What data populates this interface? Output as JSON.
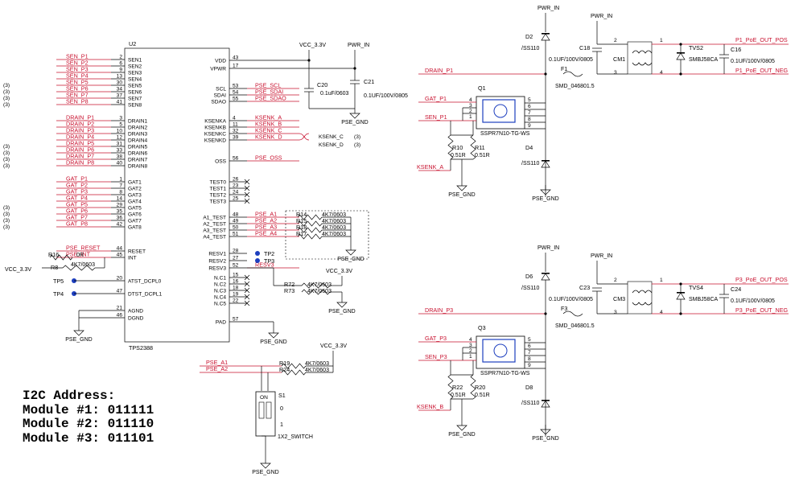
{
  "u2": {
    "ref": "U2",
    "part": "TPS2388",
    "left_pins": [
      {
        "num": "2",
        "name": "SEN1",
        "net": "SEN_P1"
      },
      {
        "num": "6",
        "name": "SEN2",
        "net": "SEN_P2"
      },
      {
        "num": "9",
        "name": "SEN3",
        "net": "SEN_P3"
      },
      {
        "num": "13",
        "name": "SEN4",
        "net": "SEN_P4"
      },
      {
        "num": "30",
        "name": "SEN5",
        "net": "SEN_P5"
      },
      {
        "num": "34",
        "name": "SEN6",
        "net": "SEN_P6"
      },
      {
        "num": "37",
        "name": "SEN7",
        "net": "SEN_P7"
      },
      {
        "num": "41",
        "name": "SEN8",
        "net": "SEN_P8"
      },
      {
        "num": "3",
        "name": "DRAIN1",
        "net": "DRAIN_P1"
      },
      {
        "num": "5",
        "name": "DRAIN2",
        "net": "DRAIN_P2"
      },
      {
        "num": "10",
        "name": "DRAIN3",
        "net": "DRAIN_P3"
      },
      {
        "num": "12",
        "name": "DRAIN4",
        "net": "DRAIN_P4"
      },
      {
        "num": "31",
        "name": "DRAIN5",
        "net": "DRAIN_P5"
      },
      {
        "num": "33",
        "name": "DRAIN6",
        "net": "DRAIN_P6"
      },
      {
        "num": "38",
        "name": "DRAIN7",
        "net": "DRAIN_P7"
      },
      {
        "num": "40",
        "name": "DRAIN8",
        "net": "DRAIN_P8"
      },
      {
        "num": "1",
        "name": "GAT1",
        "net": "GAT_P1"
      },
      {
        "num": "7",
        "name": "GAT2",
        "net": "GAT_P2"
      },
      {
        "num": "8",
        "name": "GAT3",
        "net": "GAT_P3"
      },
      {
        "num": "14",
        "name": "GAT4",
        "net": "GAT_P4"
      },
      {
        "num": "29",
        "name": "GAT5",
        "net": "GAT_P5"
      },
      {
        "num": "35",
        "name": "GAT6",
        "net": "GAT_P6"
      },
      {
        "num": "36",
        "name": "GAT7",
        "net": "GAT_P7"
      },
      {
        "num": "42",
        "name": "GAT8",
        "net": "GAT_P8"
      },
      {
        "num": "44",
        "name": "RESET",
        "net": "PSE_RESET"
      },
      {
        "num": "45",
        "name": "INT",
        "net": "PSE_INT"
      },
      {
        "num": "20",
        "name": "ATST_DCPL0",
        "net": ""
      },
      {
        "num": "47",
        "name": "DTST_DCPL1",
        "net": ""
      },
      {
        "num": "21",
        "name": "AGND",
        "net": ""
      },
      {
        "num": "46",
        "name": "DGND",
        "net": ""
      }
    ],
    "right_pins": [
      {
        "num": "43",
        "name": "VDD",
        "net": ""
      },
      {
        "num": "17",
        "name": "VPWR",
        "net": ""
      },
      {
        "num": "53",
        "name": "SCL",
        "net": "PSE_SCL"
      },
      {
        "num": "54",
        "name": "SDAI",
        "net": "PSE_SDAI"
      },
      {
        "num": "55",
        "name": "SDAO",
        "net": "PSE_SDAO"
      },
      {
        "num": "4",
        "name": "KSENKA",
        "net": "KSENK_A"
      },
      {
        "num": "11",
        "name": "KSENKB",
        "net": "KSENK_B"
      },
      {
        "num": "32",
        "name": "KSENKC",
        "net": "KSENK_C"
      },
      {
        "num": "39",
        "name": "KSENKD",
        "net": "KSENK_D"
      },
      {
        "num": "56",
        "name": "OSS",
        "net": "PSE_OSS"
      },
      {
        "num": "26",
        "name": "TEST0",
        "net": ""
      },
      {
        "num": "23",
        "name": "TEST1",
        "net": ""
      },
      {
        "num": "24",
        "name": "TEST2",
        "net": ""
      },
      {
        "num": "25",
        "name": "TEST3",
        "net": ""
      },
      {
        "num": "48",
        "name": "A1_TEST",
        "net": "PSE_A1"
      },
      {
        "num": "49",
        "name": "A2_TEST",
        "net": "PSE_A2"
      },
      {
        "num": "50",
        "name": "A3_TEST",
        "net": "PSE_A3"
      },
      {
        "num": "51",
        "name": "A4_TEST",
        "net": "PSE_A4"
      },
      {
        "num": "28",
        "name": "RESV1",
        "net": ""
      },
      {
        "num": "27",
        "name": "RESV2",
        "net": ""
      },
      {
        "num": "52",
        "name": "RESV3",
        "net": "RESV3"
      },
      {
        "num": "15",
        "name": "N.C1",
        "net": ""
      },
      {
        "num": "16",
        "name": "N.C2",
        "net": ""
      },
      {
        "num": "18",
        "name": "N.C3",
        "net": ""
      },
      {
        "num": "19",
        "name": "N.C4",
        "net": ""
      },
      {
        "num": "22",
        "name": "N.C5",
        "net": ""
      },
      {
        "num": "57",
        "name": "PAD",
        "net": ""
      }
    ]
  },
  "page_refs": [
    "(3)",
    "(3)",
    "(3)",
    "(3)",
    "(3)",
    "(3)",
    "(3)",
    "(3)",
    "(3)",
    "(3)",
    "(3)",
    "(3)",
    "(3)",
    "(3)"
  ],
  "labels": {
    "vcc": "VCC_3.3V",
    "pwr_in": "PWR_IN",
    "pse_gnd": "PSE_GND",
    "vcc_left": "VCC_3.3V",
    "c20": "C20",
    "c20_val": "0.1uF/0603",
    "c21": "C21",
    "c21_val": "0.1UF/100V/0805",
    "r16": "R16",
    "r16_val": "0R",
    "r8": "R8",
    "r8_val": "4K7/0603",
    "tp5": "TP5",
    "tp4": "TP4",
    "tp2": "TP2",
    "tp3": "TP3",
    "ksenk_c_out": "KSENK_C",
    "ksenk_d_out": "KSENK_D",
    "r14": "R14",
    "r15": "R15",
    "r18": "R18",
    "r17": "R17",
    "r4k7": "4K7/0603",
    "r72": "R72",
    "r73": "R73",
    "pse_a1": "PSE_A1",
    "pse_a2": "PSE_A2",
    "r19": "R19",
    "r24": "R24",
    "s1": "S1",
    "s1_on": "ON",
    "s1_0": "0",
    "s1_1": "1",
    "s1_val": "1X2_SWITCH"
  },
  "ports": [
    {
      "drain": "DRAIN_P1",
      "gat": "GAT_P1",
      "sen": "SEN_P1",
      "ksenk": "KSENK_A",
      "out_pos": "P1_PoE_OUT_POS",
      "out_neg": "P1_PoE_OUT_NEG",
      "d_top": "D2",
      "d_bot": "D4",
      "diode": "/SS110",
      "c_a": "C18",
      "c_b": "C16",
      "cap_val": "0.1UF/100V/0805",
      "cm": "CM1",
      "tvs": "TVS2",
      "tvs_val": "SMBJ58CA",
      "fuse": "F1",
      "fuse_val": "SMD_046801.5",
      "q": "Q1",
      "q_val": "SSPR7N10-TG-WS",
      "r_a": "R10",
      "r_b": "R11",
      "r_val": "0.51R"
    },
    {
      "drain": "DRAIN_P3",
      "gat": "GAT_P3",
      "sen": "SEN_P3",
      "ksenk": "KSENK_B",
      "out_pos": "P3_PoE_OUT_POS",
      "out_neg": "P3_PoE_OUT_NEG",
      "d_top": "D6",
      "d_bot": "D8",
      "diode": "/SS110",
      "c_a": "C23",
      "c_b": "C24",
      "cap_val": "0.1UF/100V/0805",
      "cm": "CM3",
      "tvs": "TVS4",
      "tvs_val": "SMBJ58CA",
      "fuse": "F3",
      "fuse_val": "SMD_046801.5",
      "q": "Q3",
      "q_val": "SSPR7N10-TG-WS",
      "r_a": "R22",
      "r_b": "R20",
      "r_val": "0.51R"
    }
  ],
  "note": {
    "title": "I2C Address:",
    "line1": "Module #1: 011111",
    "line2": "Module #2: 011110",
    "line3": "Module #3: 011101"
  }
}
